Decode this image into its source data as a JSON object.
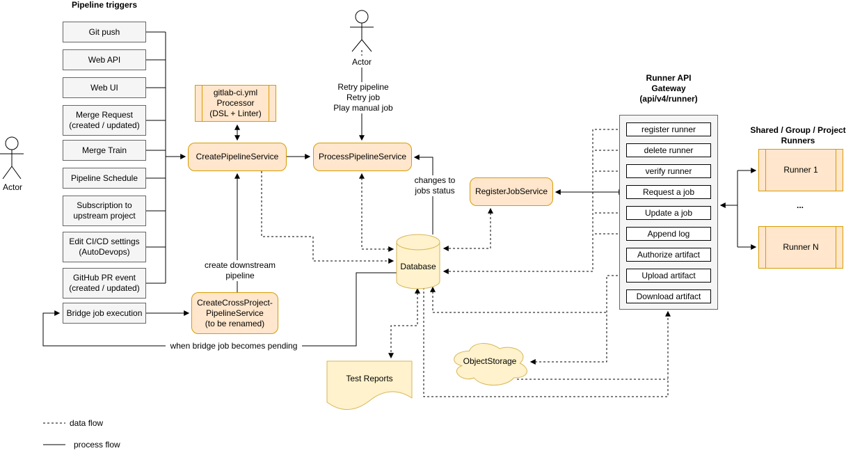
{
  "triggers": {
    "title": "Pipeline triggers",
    "items": [
      "Git push",
      "Web API",
      "Web UI",
      "Merge Request\n(created / updated)",
      "Merge Train",
      "Pipeline Schedule",
      "Subscription to\nupstream project",
      "Edit CI/CD settings\n(AutoDevops)",
      "GitHub PR event\n(created / updated)",
      "Bridge job execution"
    ]
  },
  "actors": {
    "left_label": "Actor",
    "top_label": "Actor",
    "top_actions": "Retry pipeline\nRetry job\nPlay manual job"
  },
  "services": {
    "yml_processor": "gitlab-ci.yml\nProcessor\n(DSL + Linter)",
    "create_pipeline": "CreatePipelineService",
    "process_pipeline": "ProcessPipelineService",
    "register_job": "RegisterJobService",
    "create_cross_project": "CreateCrossProject-\nPipelineService\n(to be renamed)"
  },
  "storage": {
    "database": "Database",
    "object_storage": "ObjectStorage",
    "test_reports": "Test Reports"
  },
  "gateway": {
    "title": "Runner API\nGateway\n(api/v4/runner)",
    "endpoints": [
      "register runner",
      "delete runner",
      "verify runner",
      "Request a job",
      "Update a job",
      "Append log",
      "Authorize artifact",
      "Upload artifact",
      "Download artifact"
    ]
  },
  "runners": {
    "title": "Shared / Group / Project\nRunners",
    "runner_1": "Runner 1",
    "ellipsis": "...",
    "runner_n": "Runner N"
  },
  "edge_labels": {
    "create_downstream_pipeline": "create downstream\npipeline",
    "when_bridge_job_becomes_pending": "when bridge job becomes pending",
    "changes_to_jobs_status": "changes to\njobs status"
  },
  "legend": {
    "data_flow": "data flow",
    "process_flow": "process flow"
  },
  "colors": {
    "orange_fill": "#ffe6cc",
    "orange_stroke": "#d79b00",
    "yellow_fill": "#fff2cc",
    "yellow_stroke": "#d6b656",
    "gray_fill": "#f5f5f5",
    "gray_stroke": "#666666"
  }
}
